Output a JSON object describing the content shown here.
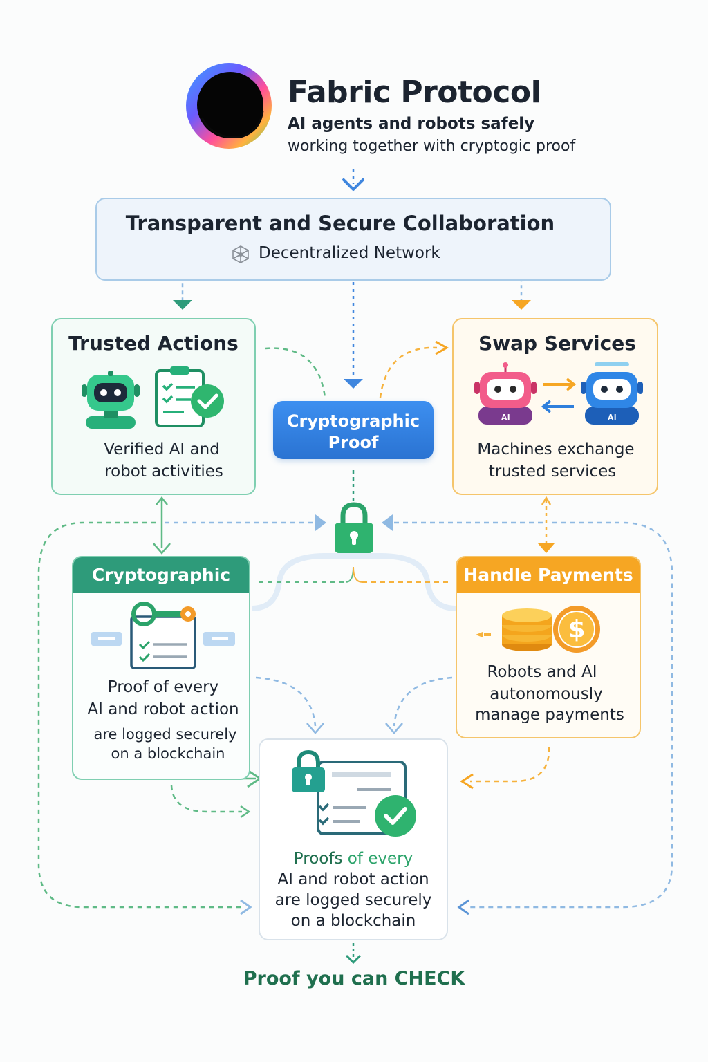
{
  "header": {
    "title": "Fabric Protocol",
    "subtitle_line1": "AI agents and robots safely",
    "subtitle_line2": "working together with cryptogic proof"
  },
  "banner": {
    "title": "Transparent and Secure Collaboration",
    "subtitle": "Decentralized Network"
  },
  "trusted_actions": {
    "title": "Trusted Actions",
    "body": [
      "Verified AI and",
      "robot activities"
    ]
  },
  "crypto_proof": {
    "lines": [
      "Cryptographic",
      "Proof"
    ]
  },
  "swap_services": {
    "title": "Swap Services",
    "robot_badge_left": "AI",
    "robot_badge_right": "AI",
    "body": [
      "Machines exchange",
      "trusted services"
    ]
  },
  "cryptographic_card": {
    "title": "Cryptographic",
    "body": [
      "Proof of every",
      "AI and robot action",
      "are logged securely",
      "on a blockchain"
    ]
  },
  "handle_payments": {
    "title": "Handle Payments",
    "body": [
      "Robots and AI",
      "autonomously",
      "manage payments"
    ]
  },
  "blockchain_log": {
    "body_part1": "Proofs",
    "body_part2": " of every",
    "body_rest": [
      "AI and robot action",
      "are logged securely",
      "on a blockchain"
    ]
  },
  "footer": "Proof you can CHECK",
  "colors": {
    "green": "#2e9b7a",
    "orange": "#f6a623",
    "blue": "#2f7fdc",
    "light_blue": "#8fb9e2"
  },
  "icons": [
    "fabric-logo",
    "network-icon",
    "robot-icon",
    "checklist-icon",
    "swap-arrows-icon",
    "padlock-icon",
    "key-document-icon",
    "coins-icon",
    "secure-document-icon"
  ]
}
